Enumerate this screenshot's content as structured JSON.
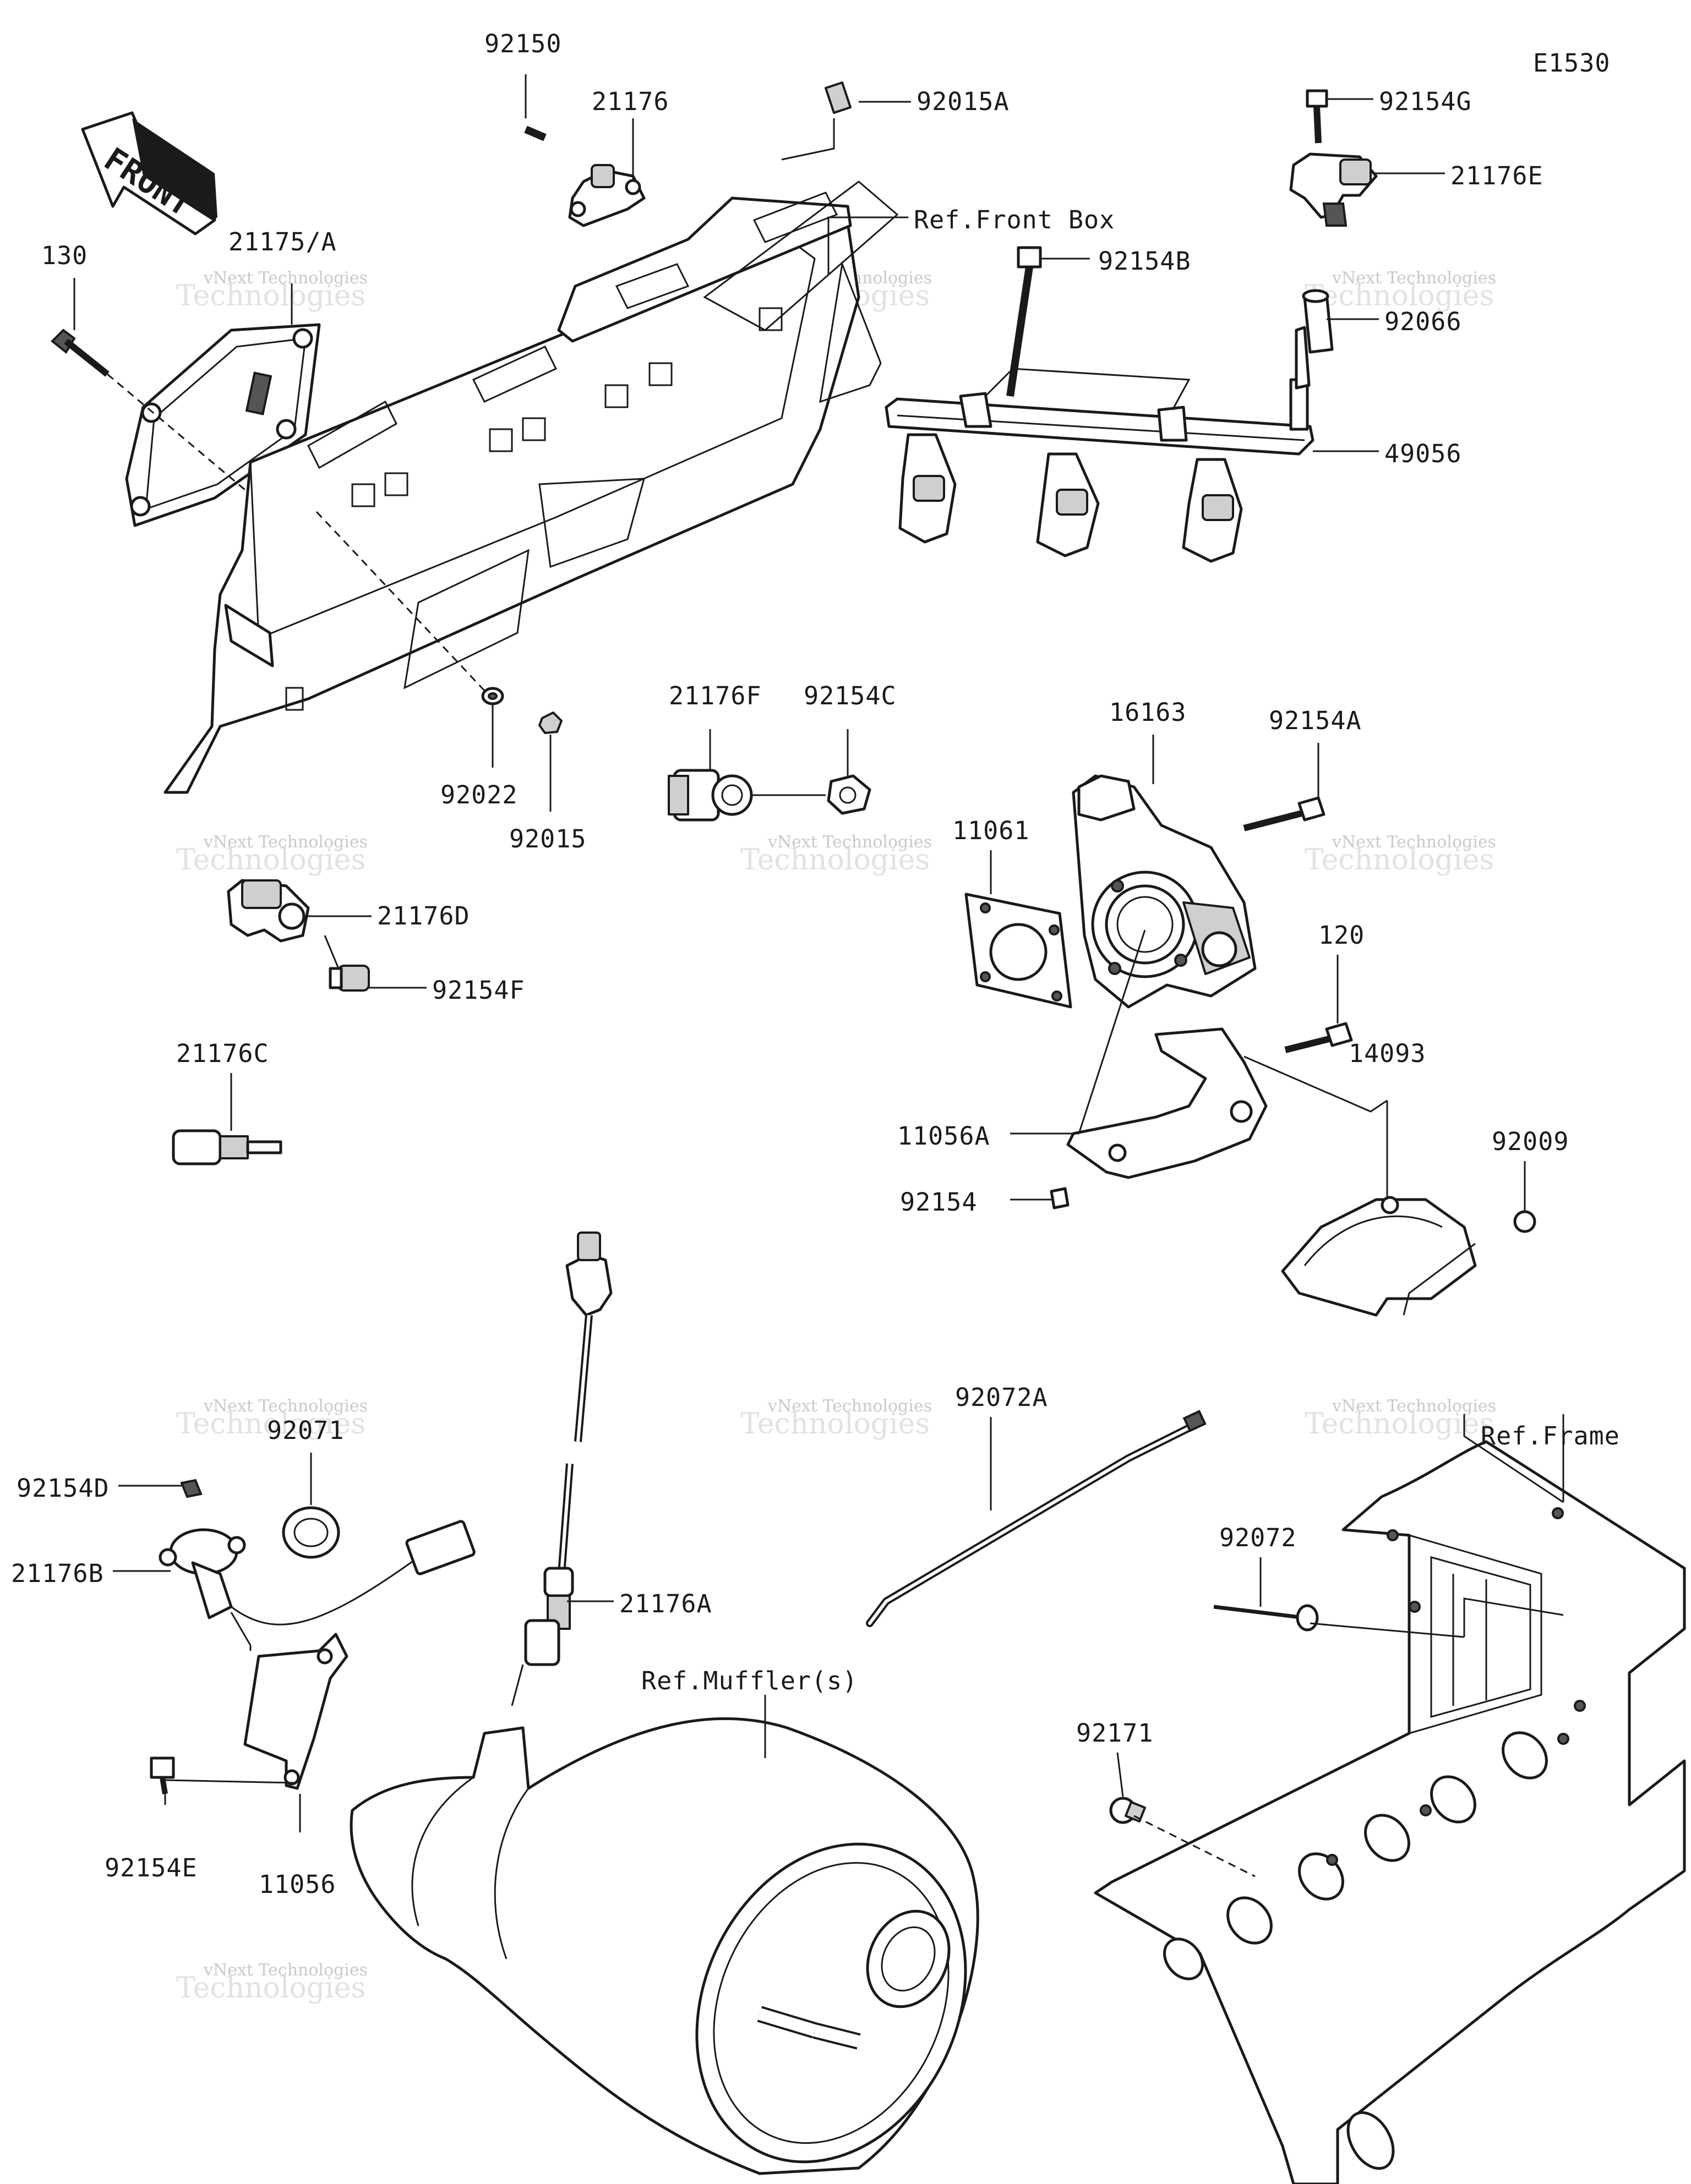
{
  "diagram_code": "E1530",
  "front_arrow_text": "FRONT",
  "labels": {
    "p92150": "92150",
    "p21176": "21176",
    "p92015A": "92015A",
    "p92154G": "92154G",
    "p21176E": "21176E",
    "ref_front_box": "Ref.Front Box",
    "p92154B": "92154B",
    "p92066": "92066",
    "p49056": "49056",
    "p130": "130",
    "p21175A": "21175/A",
    "p92022": "92022",
    "p92015": "92015",
    "p21176F": "21176F",
    "p92154C": "92154C",
    "p16163": "16163",
    "p92154A": "92154A",
    "p11061": "11061",
    "p21176D": "21176D",
    "p92154F": "92154F",
    "p120": "120",
    "p14093": "14093",
    "p21176C": "21176C",
    "p11056A": "11056A",
    "p92009": "92009",
    "p92154": "92154",
    "p92072A": "92072A",
    "ref_frame": "Ref.Frame",
    "p92071": "92071",
    "p92154D": "92154D",
    "p21176B": "21176B",
    "p21176A": "21176A",
    "p92072": "92072",
    "ref_mufflers": "Ref.Muffler(s)",
    "p92171": "92171",
    "p92154E": "92154E",
    "p11056": "11056"
  },
  "watermark": {
    "line1": "vNext Technologies",
    "line2": "Technologies"
  }
}
